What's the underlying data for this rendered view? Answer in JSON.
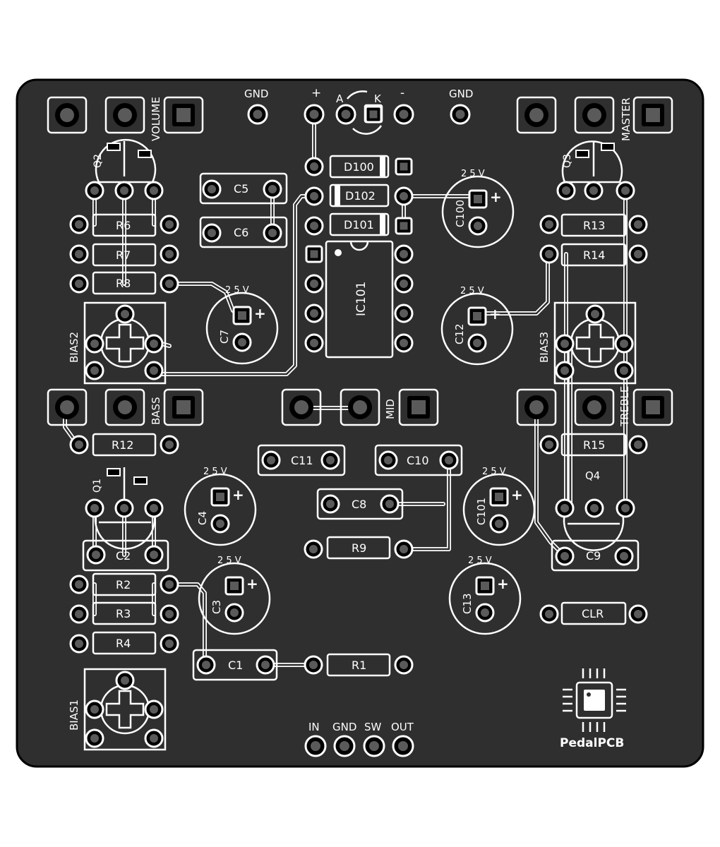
{
  "brand": {
    "name": "PedalPCB"
  },
  "pots": [
    {
      "id": "volume",
      "label": "VOLUME"
    },
    {
      "id": "master",
      "label": "MASTER"
    },
    {
      "id": "bass",
      "label": "BASS"
    },
    {
      "id": "mid",
      "label": "MID"
    },
    {
      "id": "treble",
      "label": "TREBLE"
    }
  ],
  "power": {
    "gnd_left": "GND",
    "gnd_right": "GND",
    "plus": "+",
    "minus": "-",
    "anode": "A",
    "cathode": "K"
  },
  "transistors": {
    "q1": "Q1",
    "q2": "Q2",
    "q3": "Q3",
    "q4": "Q4"
  },
  "resistors": {
    "r1": "R1",
    "r2": "R2",
    "r3": "R3",
    "r4": "R4",
    "r6": "R6",
    "r7": "R7",
    "r8": "R8",
    "r9": "R9",
    "r12": "R12",
    "r13": "R13",
    "r14": "R14",
    "r15": "R15",
    "clr": "CLR"
  },
  "film_caps": {
    "c1": "C1",
    "c2": "C2",
    "c5": "C5",
    "c6": "C6",
    "c8": "C8",
    "c9": "C9",
    "c10": "C10",
    "c11": "C11"
  },
  "electrolytics": {
    "c3": "C3",
    "c4": "C4",
    "c7": "C7",
    "c12": "C12",
    "c13": "C13",
    "c100": "C100",
    "c101": "C101",
    "voltage": "2 5 V",
    "polarity": "+"
  },
  "diodes": {
    "d100": "D100",
    "d101": "D101",
    "d102": "D102"
  },
  "ic": {
    "ic101": "IC101"
  },
  "trimmers": {
    "bias1": "BIAS1",
    "bias2": "BIAS2",
    "bias3": "BIAS3"
  },
  "io": {
    "in": "IN",
    "gnd": "GND",
    "sw": "SW",
    "out": "OUT"
  },
  "colors": {
    "board": "#2f2f2f",
    "pad": "#5a5a5a",
    "silkscreen": "#ffffff",
    "outline": "#000000"
  }
}
